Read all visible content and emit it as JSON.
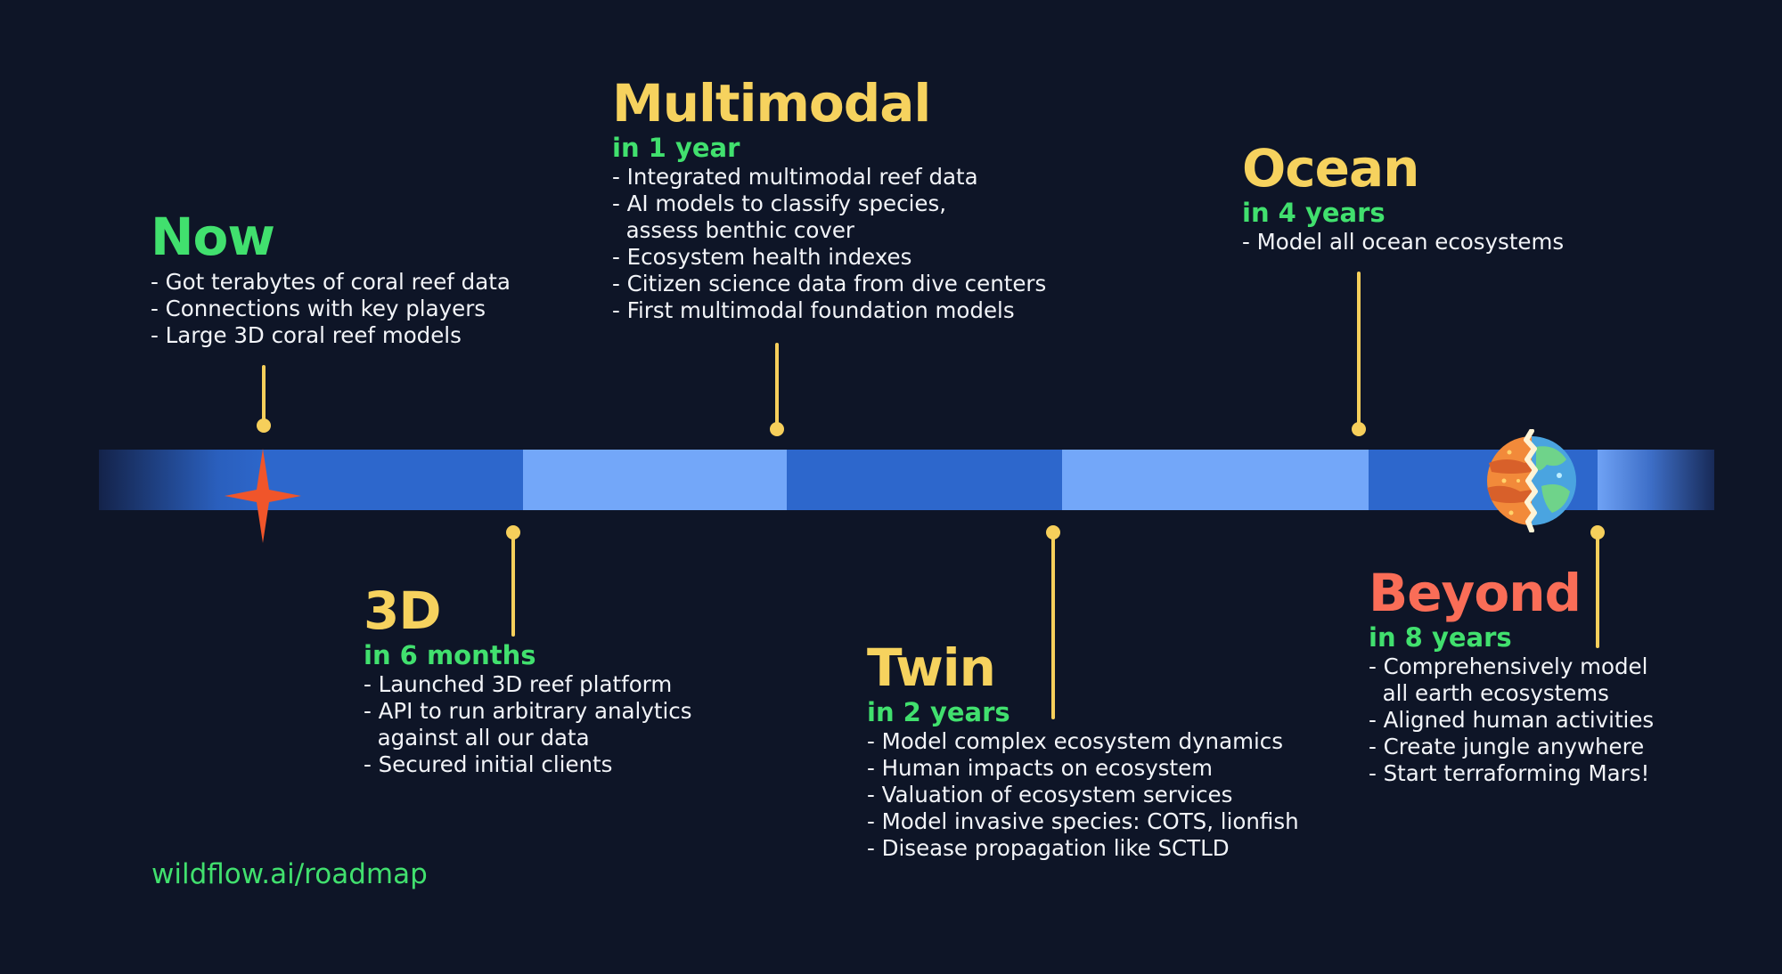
{
  "milestones": [
    {
      "title": "Now",
      "time": "",
      "color": "#41e06e",
      "items": [
        "- Got terabytes of coral reef data",
        "- Connections with key players",
        "- Large 3D coral reef models"
      ]
    },
    {
      "title": "3D",
      "time": "in 6 months",
      "color": "#f6d25e",
      "items": [
        "- Launched 3D reef platform",
        "- API to run arbitrary analytics",
        "  against all our data",
        "- Secured initial clients"
      ]
    },
    {
      "title": "Multimodal",
      "time": "in 1 year",
      "color": "#f6d25e",
      "items": [
        "- Integrated multimodal reef data",
        "- AI models to classify species,",
        "  assess benthic cover",
        "- Ecosystem health indexes",
        "- Citizen science data from dive centers",
        "- First multimodal foundation models"
      ]
    },
    {
      "title": "Twin",
      "time": "in 2 years",
      "color": "#f6d25e",
      "items": [
        "- Model complex ecosystem dynamics",
        "- Human impacts on ecosystem",
        "- Valuation of ecosystem services",
        "- Model invasive species: COTS, lionfish",
        "- Disease propagation like SCTLD"
      ]
    },
    {
      "title": "Ocean",
      "time": "in 4 years",
      "color": "#f6d25e",
      "items": [
        "- Model all ocean ecosystems"
      ]
    },
    {
      "title": "Beyond",
      "time": "in 8 years",
      "color": "#fa6d57",
      "items": [
        "- Comprehensively model",
        "  all earth ecosystems",
        "- Aligned human activities",
        "- Create jungle anywhere",
        "- Start terraforming Mars!"
      ]
    }
  ],
  "footer": {
    "link": "wildflow.ai/roadmap"
  },
  "colors": {
    "background": "#0e1527",
    "bar_dark": "#2d67cc",
    "bar_light": "#73a7f9",
    "connector": "#f6cf5b",
    "accent_green": "#41e06e",
    "accent_yellow": "#f6d25e",
    "accent_coral": "#fa6d57"
  },
  "icons": {
    "start_marker": "four-point-star-icon",
    "end_marker": "mars-earth-planet-icon"
  }
}
